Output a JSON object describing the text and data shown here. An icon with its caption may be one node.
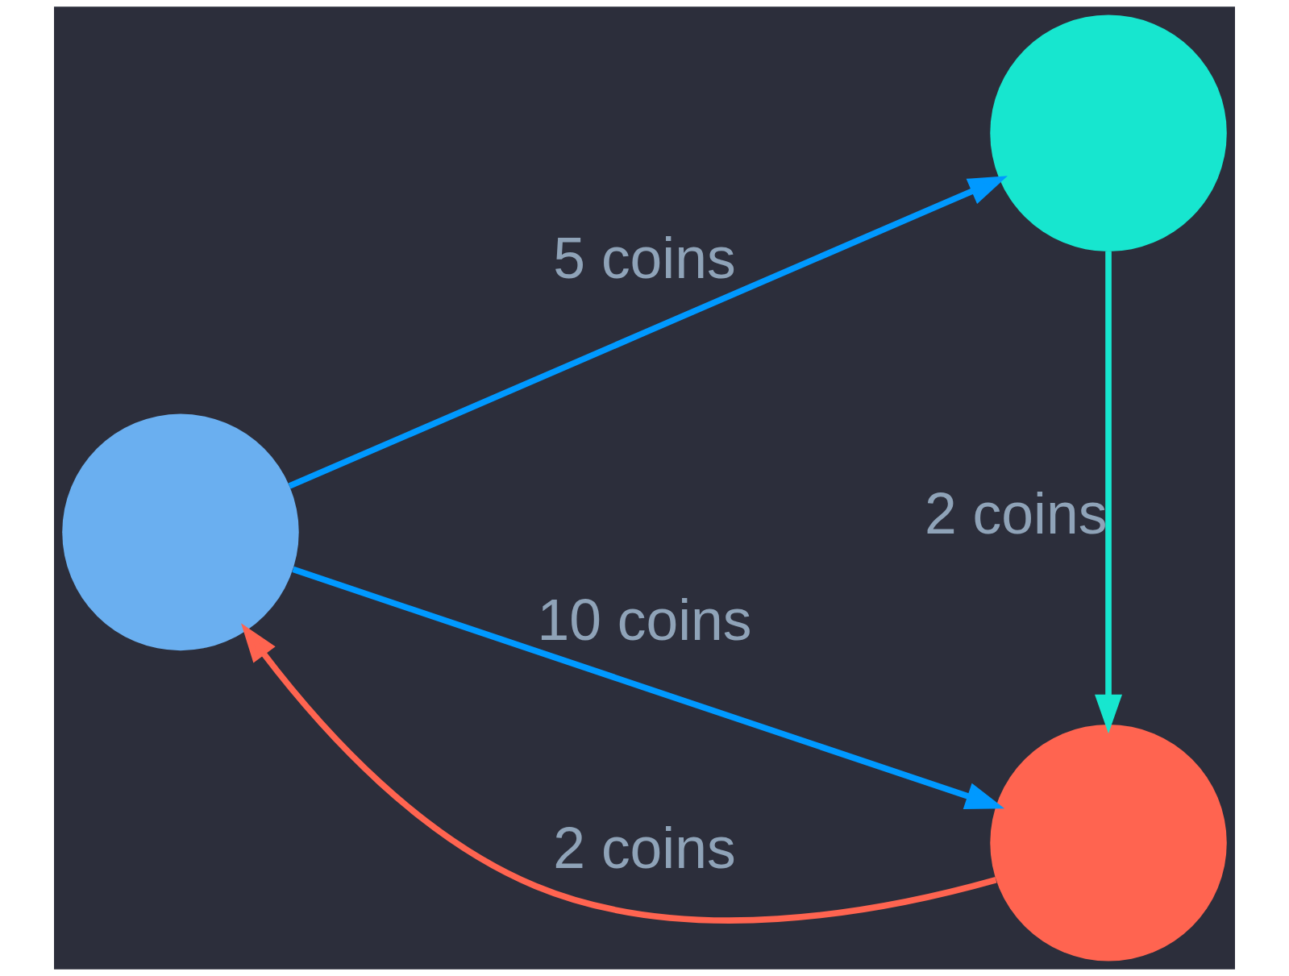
{
  "diagram": {
    "nodes": [
      {
        "text": [],
        "shape": "circle"
      },
      {
        "text": [],
        "shape": "circle"
      },
      {
        "text": [],
        "shape": "circle"
      }
    ],
    "edges": [
      {
        "from": 0,
        "to": 1,
        "arrow": "to",
        "label": "5 coins",
        "color": "#0099ff"
      },
      {
        "from": 1,
        "to": 2,
        "arrow": "to",
        "label": "2 coins",
        "color": "#17e6cf"
      },
      {
        "from": 2,
        "to": 0,
        "arrow": "to",
        "label": "2 coins",
        "color": "#ff6450"
      },
      {
        "from": 0,
        "to": 2,
        "arrow": "to",
        "label": "10 coins",
        "color": "#0099ff"
      }
    ]
  }
}
